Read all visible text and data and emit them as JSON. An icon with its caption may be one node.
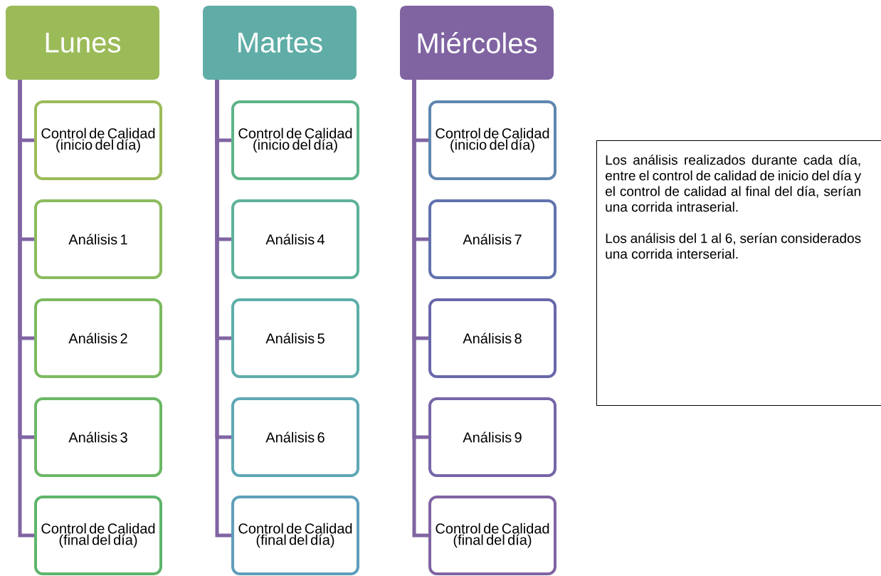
{
  "diagram": {
    "nodes": [
      {
        "text": [
          "Lunes"
        ]
      },
      {
        "text": [
          "Control de Calidad (inicio del día)"
        ]
      },
      {
        "text": [
          "Análisis 1"
        ]
      },
      {
        "text": [
          "Análisis 2"
        ]
      },
      {
        "text": [
          "Análisis 3"
        ]
      },
      {
        "text": [
          "Control de Calidad (final del día)"
        ]
      },
      {
        "text": [
          "Martes"
        ]
      },
      {
        "text": [
          "Control de Calidad (inicio del día)"
        ]
      },
      {
        "text": [
          "Análisis 4"
        ]
      },
      {
        "text": [
          "Análisis 5"
        ]
      },
      {
        "text": [
          "Análisis 6"
        ]
      },
      {
        "text": [
          "Control de Calidad (final del día)"
        ]
      },
      {
        "text": [
          "Miércoles"
        ]
      },
      {
        "text": [
          "Control de Calidad (inicio del día)"
        ]
      },
      {
        "text": [
          "Análisis 7"
        ]
      },
      {
        "text": [
          "Análisis 8"
        ]
      },
      {
        "text": [
          "Análisis 9"
        ]
      },
      {
        "text": [
          "Control de Calidad (final del día)"
        ]
      },
      {
        "text": [
          "Los análisis realizados durante cada día, entre el control de calidad de inicio del día y el control de calidad al final del día, serían una corrida intraserial.",
          "Los análisis del 1 al 6, serían considerados una corrida interserial."
        ]
      }
    ],
    "edges": [
      {
        "from": 0,
        "to": 1,
        "arrow": "none"
      },
      {
        "from": 0,
        "to": 2,
        "arrow": "none"
      },
      {
        "from": 0,
        "to": 3,
        "arrow": "none"
      },
      {
        "from": 0,
        "to": 4,
        "arrow": "none"
      },
      {
        "from": 0,
        "to": 5,
        "arrow": "none"
      },
      {
        "from": 6,
        "to": 7,
        "arrow": "none"
      },
      {
        "from": 6,
        "to": 8,
        "arrow": "none"
      },
      {
        "from": 6,
        "to": 9,
        "arrow": "none"
      },
      {
        "from": 6,
        "to": 10,
        "arrow": "none"
      },
      {
        "from": 6,
        "to": 11,
        "arrow": "none"
      },
      {
        "from": 12,
        "to": 13,
        "arrow": "none"
      },
      {
        "from": 12,
        "to": 14,
        "arrow": "none"
      },
      {
        "from": 12,
        "to": 15,
        "arrow": "none"
      },
      {
        "from": 12,
        "to": 16,
        "arrow": "none"
      },
      {
        "from": 12,
        "to": 17,
        "arrow": "none"
      }
    ]
  }
}
